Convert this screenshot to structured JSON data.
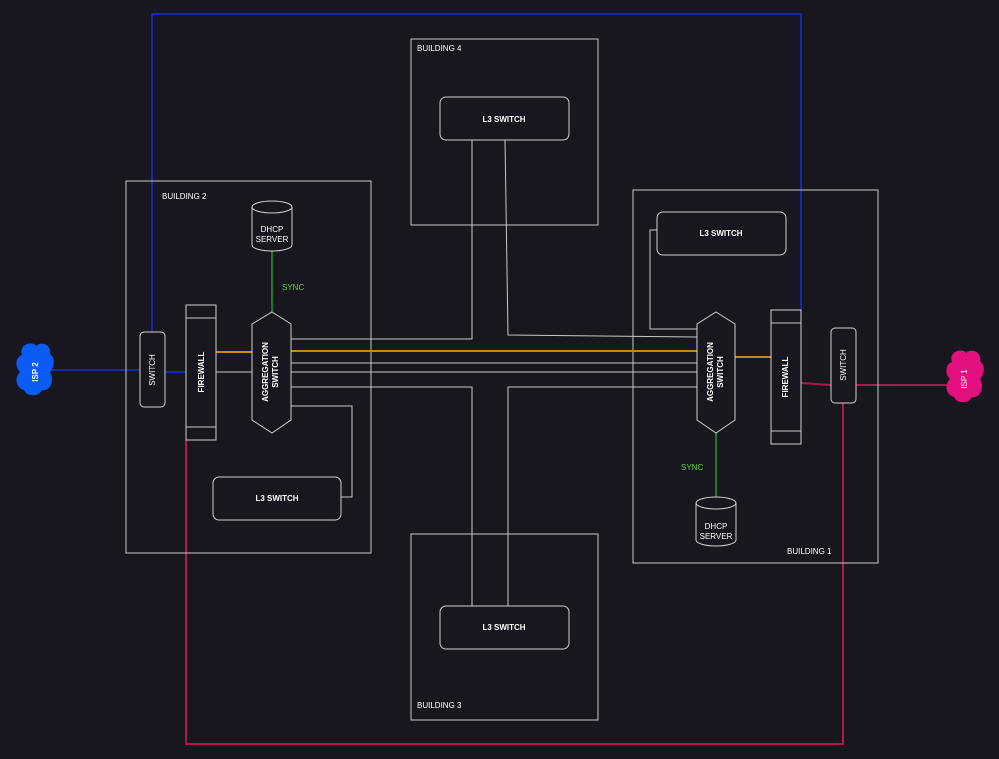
{
  "diagram": {
    "colors": {
      "background": "#18161e",
      "isp1_link": "#b0164f",
      "isp2_link": "#1629a8",
      "isp1_cloud": "#e3117f",
      "isp2_cloud": "#0a5cf5",
      "trunk": "#c8861c",
      "sync": "#1f7a1f",
      "sync_label": "#5fd33a"
    },
    "isp": {
      "isp1": "ISP 1",
      "isp2": "ISP 2"
    },
    "buildings": {
      "b1": {
        "label": "BUILDING 1",
        "l3_switch": "L3 SWITCH",
        "aggregation": [
          "AGGREGATION",
          "SWITCH"
        ],
        "firewall": "FIREWALL",
        "switch": "SWITCH",
        "dhcp": [
          "DHCP",
          "SERVER"
        ],
        "sync": "SYNC"
      },
      "b2": {
        "label": "BUILDING 2",
        "l3_switch": "L3 SWITCH",
        "aggregation": [
          "AGGREGATION",
          "SWITCH"
        ],
        "firewall": "FIREWALL",
        "switch": "SWITCH",
        "dhcp": [
          "DHCP",
          "SERVER"
        ],
        "sync": "SYNC"
      },
      "b3": {
        "label": "BUILDING 3",
        "l3_switch": "L3 SWITCH"
      },
      "b4": {
        "label": "BUILDING 4",
        "l3_switch": "L3 SWITCH"
      }
    }
  }
}
